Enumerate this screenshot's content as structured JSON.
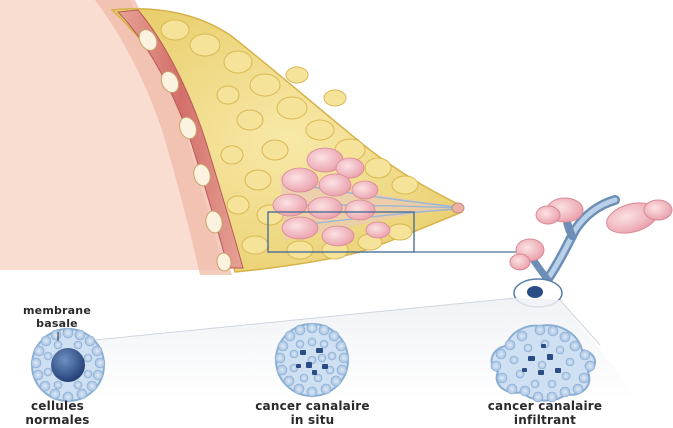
{
  "labels": {
    "membrane": [
      "membrane",
      "basale"
    ],
    "normal": [
      "cellules",
      "normales"
    ],
    "in_situ": [
      "cancer canalaire",
      "in situ"
    ],
    "infiltrant": [
      "cancer canalaire",
      "infiltrant"
    ]
  },
  "colors": {
    "skin": "#f4c4b0",
    "muscle": "#d9807a",
    "fat": "#f1dc86",
    "lobule": "#f2bcc2",
    "duct": "#8fb6d6",
    "cell_ring": "#a8c7e6",
    "nucleus": "#2b4d86"
  }
}
